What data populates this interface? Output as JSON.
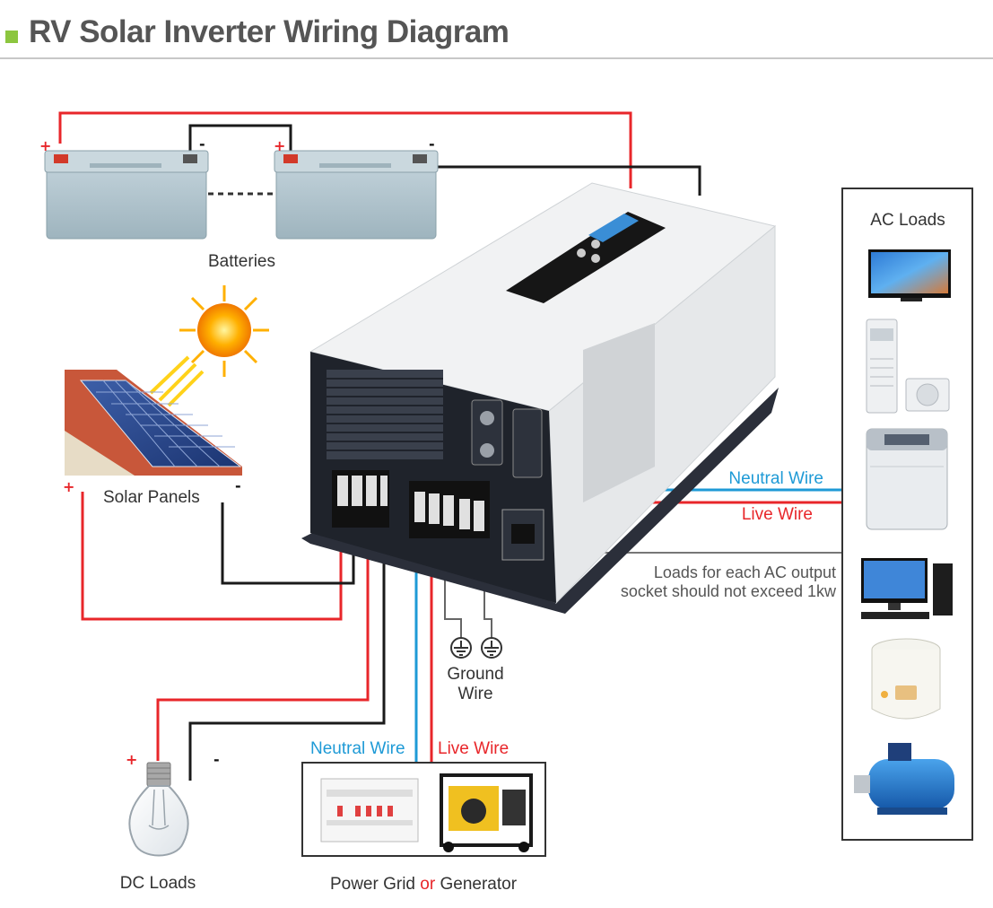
{
  "page": {
    "title": "RV Solar Inverter Wiring Diagram",
    "accent_color": "#8cc63f"
  },
  "colors": {
    "positive_wire": "#e8262a",
    "negative_wire": "#1a1a1a",
    "neutral_wire": "#1e9ad6",
    "ground_wire": "#666666"
  },
  "labels": {
    "batteries": "Batteries",
    "solar_panels": "Solar Panels",
    "ac_loads": "AC Loads",
    "neutral_wire_out": "Neutral Wire",
    "live_wire_out": "Live Wire",
    "load_note_line1": "Loads for each AC output",
    "load_note_line2": "socket should not exceed 1kw",
    "ground_wire_line1": "Ground",
    "ground_wire_line2": "Wire",
    "neutral_wire_in": "Neutral Wire",
    "live_wire_in": "Live Wire",
    "dc_loads": "DC Loads",
    "power_grid": "Power Grid",
    "or": "or",
    "generator": "Generator",
    "plus": "+",
    "minus": "-"
  },
  "components": {
    "batteries": [
      "battery-1",
      "battery-2"
    ],
    "ac_load_devices": [
      "tv-icon",
      "air-conditioner-icon",
      "washing-machine-icon",
      "desktop-computer-icon",
      "rice-cooker-icon",
      "electric-motor-icon"
    ],
    "power_sources": [
      "breaker-panel-icon",
      "generator-icon"
    ],
    "inverter": "inverter-charger"
  }
}
